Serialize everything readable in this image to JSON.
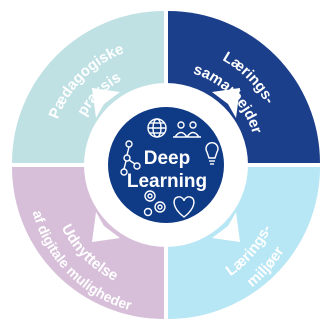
{
  "quadrants": [
    {
      "key": "top-left",
      "label_lines": [
        "Pædagogiske",
        "praksis"
      ],
      "color": "#bfe1e4"
    },
    {
      "key": "top-right",
      "label_lines": [
        "Lærings-",
        "samarbejder"
      ],
      "color": "#1c3f8b"
    },
    {
      "key": "bottom-right",
      "label_lines": [
        "Lærings-",
        "miljøer"
      ],
      "color": "#b7e6f5"
    },
    {
      "key": "bottom-left",
      "label_lines": [
        "Udnyttelse",
        "af digitale muligheder"
      ],
      "color": "#d7bfd9"
    }
  ],
  "center": {
    "title_line1": "Deep",
    "title_line2": "Learning",
    "color": "#0f3a86"
  },
  "icons": [
    "globe-icon",
    "people-icon",
    "network-icon",
    "lightbulb-icon",
    "gears-icon",
    "heart-icon"
  ],
  "colors": {
    "ring_gap": "#ffffff",
    "arrow": "#ffffff",
    "icon_stroke": "#ffffff"
  }
}
